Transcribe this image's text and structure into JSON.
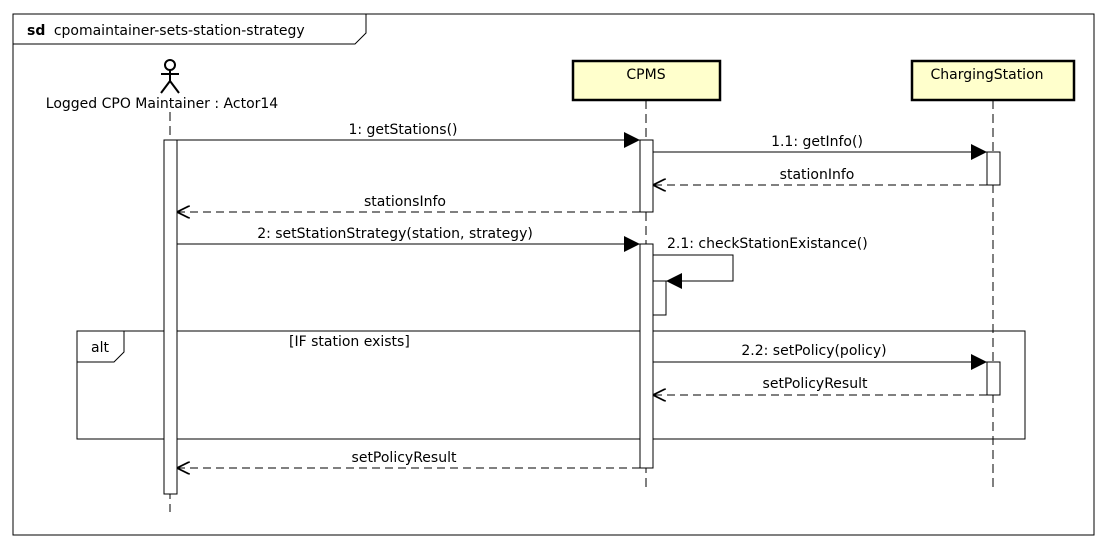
{
  "frame": {
    "keyword": "sd",
    "name": "cpomaintainer-sets-station-strategy"
  },
  "participants": [
    {
      "id": "actor",
      "kind": "actor",
      "label": "Logged CPO Maintainer : Actor14"
    },
    {
      "id": "cpms",
      "kind": "box",
      "label": "CPMS"
    },
    {
      "id": "station",
      "kind": "box",
      "label": "ChargingStation"
    }
  ],
  "messages": [
    {
      "id": "m1",
      "label": "1: getStations()",
      "from": "actor",
      "to": "cpms",
      "kind": "sync"
    },
    {
      "id": "m11",
      "label": "1.1: getInfo()",
      "from": "cpms",
      "to": "station",
      "kind": "sync"
    },
    {
      "id": "m11r",
      "label": "stationInfo",
      "from": "station",
      "to": "cpms",
      "kind": "reply"
    },
    {
      "id": "m1r",
      "label": "stationsInfo",
      "from": "cpms",
      "to": "actor",
      "kind": "reply"
    },
    {
      "id": "m2",
      "label": "2: setStationStrategy(station, strategy)",
      "from": "actor",
      "to": "cpms",
      "kind": "sync"
    },
    {
      "id": "m21",
      "label": "2.1: checkStationExistance()",
      "from": "cpms",
      "to": "cpms",
      "kind": "self"
    },
    {
      "id": "m22",
      "label": "2.2: setPolicy(policy)",
      "from": "cpms",
      "to": "station",
      "kind": "sync"
    },
    {
      "id": "m22r",
      "label": "setPolicyResult",
      "from": "station",
      "to": "cpms",
      "kind": "reply"
    },
    {
      "id": "m2r",
      "label": "setPolicyResult",
      "from": "cpms",
      "to": "actor",
      "kind": "reply"
    }
  ],
  "fragment": {
    "operator": "alt",
    "guard": "[IF station exists]"
  },
  "colors": {
    "participant_fill": "#ffffcc",
    "line": "#000000",
    "background": "#ffffff"
  }
}
